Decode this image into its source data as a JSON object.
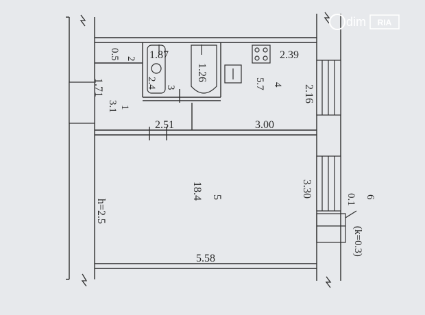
{
  "colors": {
    "paper": "#e7e9ec",
    "ink": "#2e2e2e",
    "watermark": "#ffffff"
  },
  "watermark": {
    "brand": "dim",
    "sub": "RIA"
  },
  "rooms": [
    {
      "num": "1",
      "area": "3.1"
    },
    {
      "num": "2",
      "area": "0.5"
    },
    {
      "num": "3",
      "area": "2.4"
    },
    {
      "num": "4",
      "area": "5.7"
    },
    {
      "num": "5",
      "area": "18.4"
    },
    {
      "num": "6",
      "area": "0.1"
    }
  ],
  "dimensions": {
    "d_187": "1.87",
    "d_126": "1.26",
    "d_239": "2.39",
    "d_216": "2.16",
    "d_171": "1.71",
    "d_251": "2.51",
    "d_300": "3.00",
    "d_330": "3.30",
    "d_558": "5.58"
  },
  "notes": {
    "ceiling_height": "h=2.5",
    "balcony_coefficient": "(k=0.3)"
  }
}
